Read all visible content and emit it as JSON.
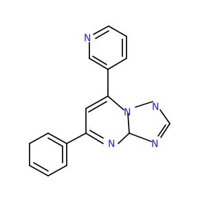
{
  "molecule": {
    "atoms": {
      "pyridine_n": "N",
      "n_bridge": "N",
      "n_triazole_top": "N",
      "n_triazole_right": "N",
      "n_pyrimidine": "N"
    }
  },
  "colors": {
    "bond": "#000000",
    "nitrogen": "#2222dd",
    "background": "#ffffff"
  }
}
